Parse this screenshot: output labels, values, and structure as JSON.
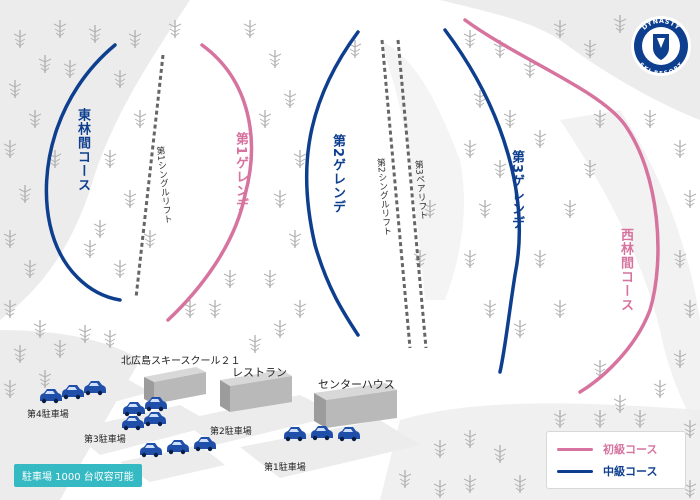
{
  "colors": {
    "beginner": "#d6749f",
    "intermediate": "#0e3f8f",
    "lift": "#666666",
    "car": "#1f4fa8",
    "badge": "#35b9c2",
    "tree": "#a9a9a9",
    "snow_shadow": "#ececec"
  },
  "logo": {
    "top_text": "DYNASTY",
    "bottom_text": "SKI RESORT"
  },
  "courses": {
    "east": "東林間コース",
    "first": "第1ゲレンデ",
    "second": "第2ゲレンデ",
    "third": "第3ゲレンデ",
    "west": "西林間コース"
  },
  "lifts": {
    "first_single": "第1シングルリフト",
    "second_single": "第2シングルリフト",
    "third_pair": "第3ペアリフト"
  },
  "buildings": {
    "school": "北広島スキースクール２１",
    "restaurant": "レストラン",
    "center": "センターハウス"
  },
  "parking": {
    "lot1": "第1駐車場",
    "lot2": "第2駐車場",
    "lot3": "第3駐車場",
    "lot4": "第4駐車場",
    "capacity": "駐車場 1000 台収容可能"
  },
  "legend": {
    "beginner": "初級コース",
    "intermediate": "中級コース"
  }
}
